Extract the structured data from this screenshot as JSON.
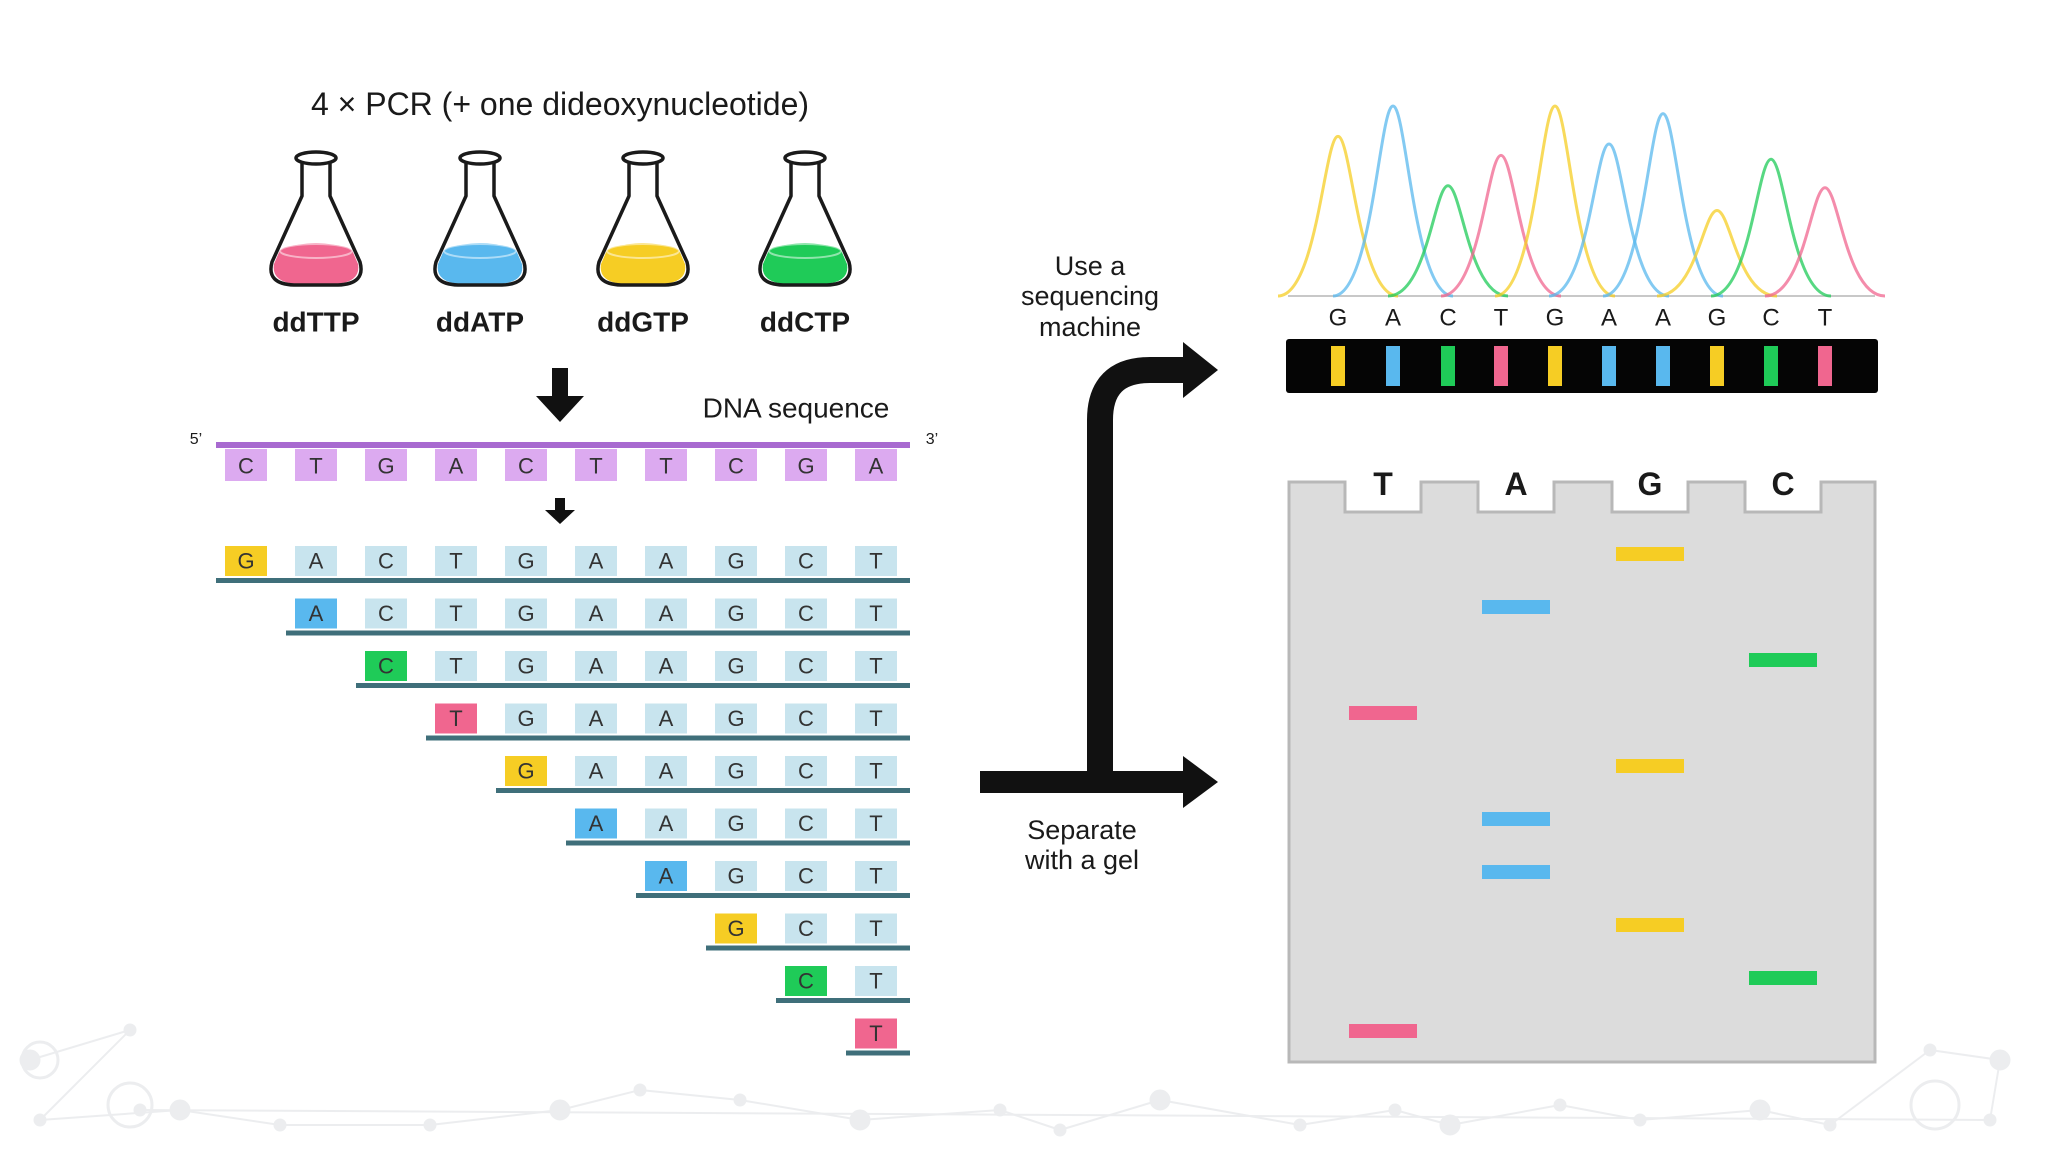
{
  "pcr_title": "4 × PCR (+ one dideoxynucleotide)",
  "flasks": [
    {
      "label": "ddTTP",
      "color": "#f0668f"
    },
    {
      "label": "ddATP",
      "color": "#59b8ee"
    },
    {
      "label": "ddGTP",
      "color": "#f6cd24"
    },
    {
      "label": "ddCTP",
      "color": "#1fcb58"
    }
  ],
  "dna": {
    "label": "DNA sequence",
    "end5": "5’",
    "end3": "3’",
    "template": [
      "C",
      "T",
      "G",
      "A",
      "C",
      "T",
      "T",
      "C",
      "G",
      "A"
    ],
    "template_color": "#dcaaf0",
    "strand_color": "#a86ad0"
  },
  "fragments": [
    [
      "G",
      "A",
      "C",
      "T",
      "G",
      "A",
      "A",
      "G",
      "C",
      "T"
    ],
    [
      "A",
      "C",
      "T",
      "G",
      "A",
      "A",
      "G",
      "C",
      "T"
    ],
    [
      "C",
      "T",
      "G",
      "A",
      "A",
      "G",
      "C",
      "T"
    ],
    [
      "T",
      "G",
      "A",
      "A",
      "G",
      "C",
      "T"
    ],
    [
      "G",
      "A",
      "A",
      "G",
      "C",
      "T"
    ],
    [
      "A",
      "A",
      "G",
      "C",
      "T"
    ],
    [
      "A",
      "G",
      "C",
      "T"
    ],
    [
      "G",
      "C",
      "T"
    ],
    [
      "C",
      "T"
    ],
    [
      "T"
    ]
  ],
  "fragment_box_color": "#c8e4ee",
  "fragment_line_color": "#3f6f7a",
  "base_colors": {
    "T": "#f0668f",
    "A": "#59b8ee",
    "G": "#f6cd24",
    "C": "#1fcb58"
  },
  "sequencing_label": [
    "Use a",
    "sequencing",
    "machine"
  ],
  "gel_label": [
    "Separate",
    "with a gel"
  ],
  "chromatogram": {
    "sequence": [
      "G",
      "A",
      "C",
      "T",
      "G",
      "A",
      "A",
      "G",
      "C",
      "T"
    ],
    "peak_heights": [
      0.84,
      1.0,
      0.58,
      0.74,
      1.0,
      0.8,
      0.96,
      0.45,
      0.72,
      0.57
    ]
  },
  "gel": {
    "lanes": [
      "T",
      "A",
      "G",
      "C"
    ],
    "bands": [
      {
        "lane": "G",
        "rank": 1
      },
      {
        "lane": "A",
        "rank": 2
      },
      {
        "lane": "C",
        "rank": 3
      },
      {
        "lane": "T",
        "rank": 4
      },
      {
        "lane": "G",
        "rank": 5
      },
      {
        "lane": "A",
        "rank": 6
      },
      {
        "lane": "A",
        "rank": 7
      },
      {
        "lane": "G",
        "rank": 8
      },
      {
        "lane": "C",
        "rank": 9
      },
      {
        "lane": "T",
        "rank": 10
      }
    ]
  }
}
